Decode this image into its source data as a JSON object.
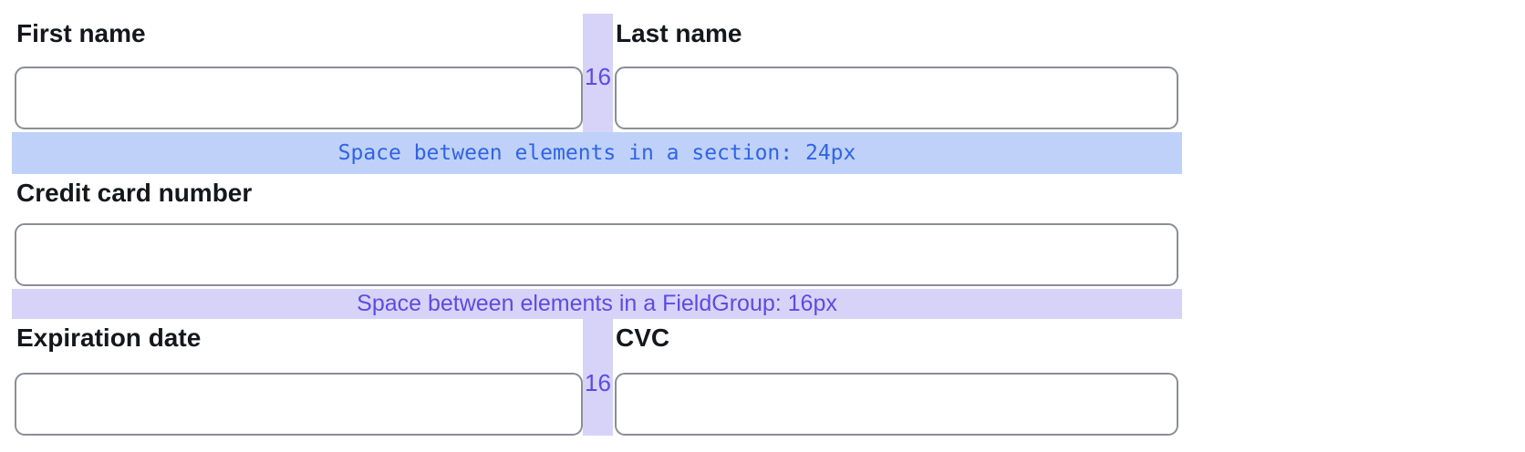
{
  "fields": [
    {
      "key": "first_name",
      "label": "First name",
      "value": "",
      "placeholder": ""
    },
    {
      "key": "last_name",
      "label": "Last name",
      "value": "",
      "placeholder": ""
    },
    {
      "key": "card_number",
      "label": "Credit card number",
      "value": "",
      "placeholder": ""
    },
    {
      "key": "expiration",
      "label": "Expiration date",
      "value": "",
      "placeholder": ""
    },
    {
      "key": "cvc",
      "label": "CVC",
      "value": "",
      "placeholder": ""
    }
  ],
  "spacers": {
    "section": {
      "text": "Space between elements in a section: 24px",
      "bg": "#bfd1f8",
      "fg": "#2f63e8"
    },
    "field_group": {
      "text": "Space between elements in a FieldGroup: 16px",
      "bg": "#d7d3f8",
      "fg": "#5b4be4"
    },
    "gap_markers": [
      {
        "value": "16"
      },
      {
        "value": "16"
      }
    ]
  },
  "colors": {
    "label_text": "#14171c",
    "input_border": "#8a8e97",
    "section_band_bg": "#bfd1f8",
    "section_band_text": "#2f63e8",
    "group_band_bg": "#d7d3f8",
    "group_band_text": "#5b4be4",
    "page_bg": "#ffffff"
  }
}
